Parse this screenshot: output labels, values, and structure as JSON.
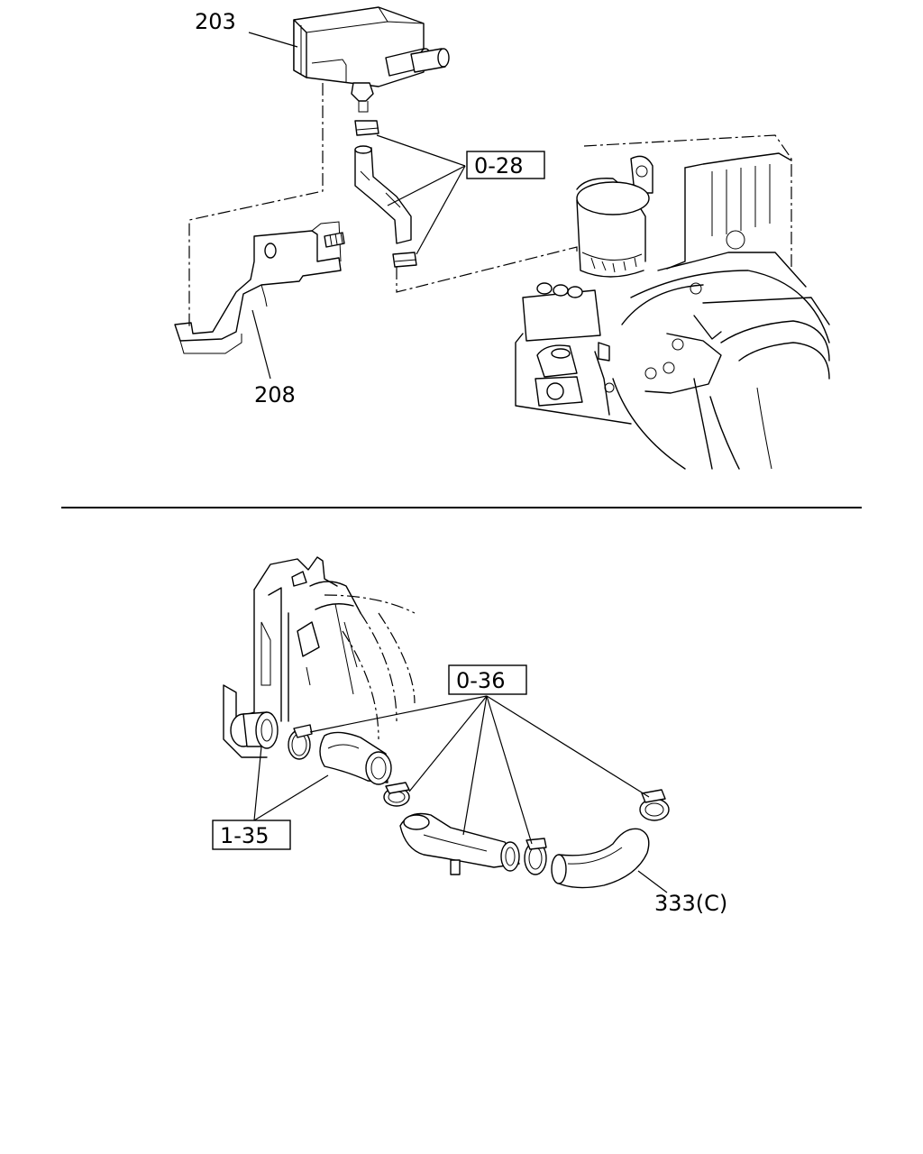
{
  "callouts": {
    "part_203": "203",
    "part_208": "208",
    "ref_0_28": "0-28",
    "ref_0_36": "0-36",
    "ref_1_35": "1-35",
    "part_333c": "333(C)"
  }
}
